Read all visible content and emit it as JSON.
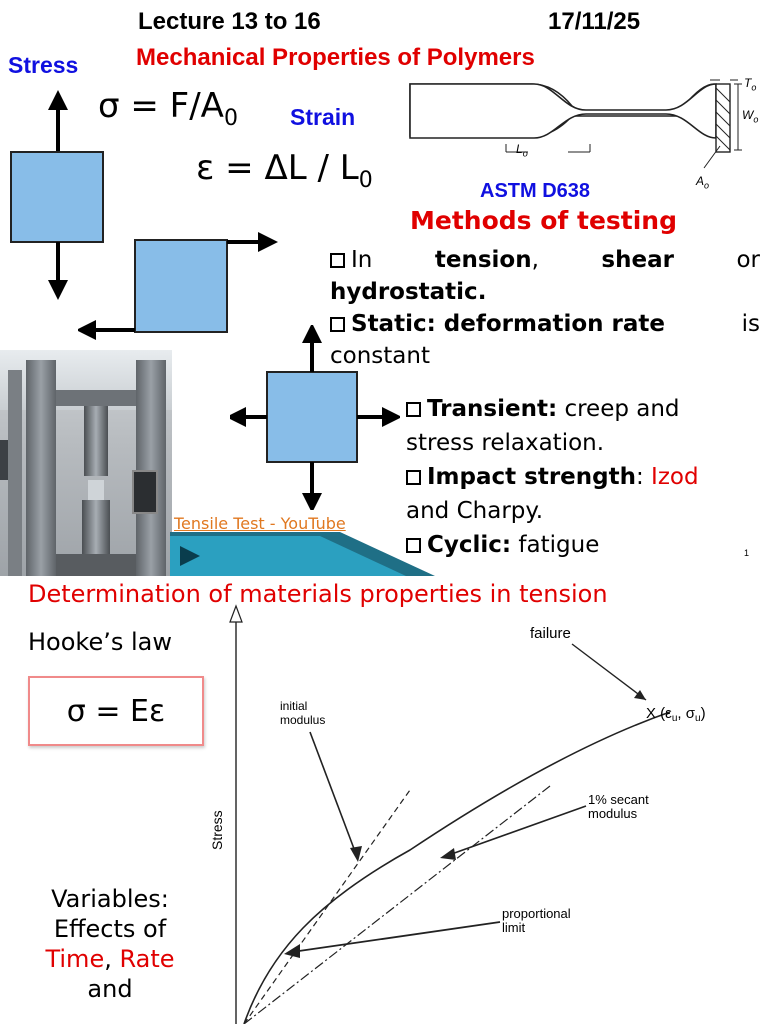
{
  "header": {
    "lecture": "Lecture 13 to 16",
    "date": "17/11/25",
    "title": "Mechanical Properties of Polymers"
  },
  "stress": {
    "label": "Stress",
    "formula_lhs": "σ = F/A",
    "formula_sub": "0"
  },
  "strain": {
    "label": "Strain",
    "formula_lhs": "ε = ΔL / L",
    "formula_sub": "0"
  },
  "specimen": {
    "caption": "ASTM D638",
    "label_length": "L",
    "label_length_sub": "o",
    "label_width": "W",
    "label_width_sub": "o",
    "label_thickness": "T",
    "label_thickness_sub": "o",
    "label_area": "A",
    "label_area_sub": "o"
  },
  "methods": {
    "heading": "Methods of testing",
    "item1_pre": "In",
    "item1_b1": "tension",
    "item1_mid1": ",",
    "item1_b2": "shear",
    "item1_mid2": "or",
    "item1_b3": "hydrostatic.",
    "item2_b": "Static: deformation rate",
    "item2_rest1": "is",
    "item2_rest2": "constant",
    "item3_b": "Transient:",
    "item3_rest1": "creep and",
    "item3_rest2": "stress relaxation.",
    "item4_b": "Impact strength",
    "item4_colon": ":",
    "item4_red": "Izod",
    "item4_rest": "and Charpy.",
    "item5_b": "Cyclic:",
    "item5_rest": "fatigue"
  },
  "video_link": "Tensile Test - YouTube",
  "page_number": "1",
  "section2": {
    "heading": "Determination of materials properties in tension",
    "hookes_label": "Hooke’s law",
    "hookes_formula": "σ = Eε",
    "variables_label": "Variables:",
    "effects_of": "Effects of",
    "time": "Time",
    "comma": ",",
    "rate": "Rate",
    "and": "and"
  },
  "graph": {
    "ylabel": "Stress",
    "failure": "failure",
    "failure_point": "X (ε",
    "failure_sub_u": "u",
    "failure_mid": ", σ",
    "failure_end": ")",
    "initial_modulus_1": "initial",
    "initial_modulus_2": "modulus",
    "secant_1": "1% secant",
    "secant_2": "modulus",
    "proportional_1": "proportional",
    "proportional_2": "limit"
  },
  "colors": {
    "red": "#e00000",
    "blue": "#1010e0",
    "box_fill": "#88bde8",
    "link": "#e07820"
  }
}
